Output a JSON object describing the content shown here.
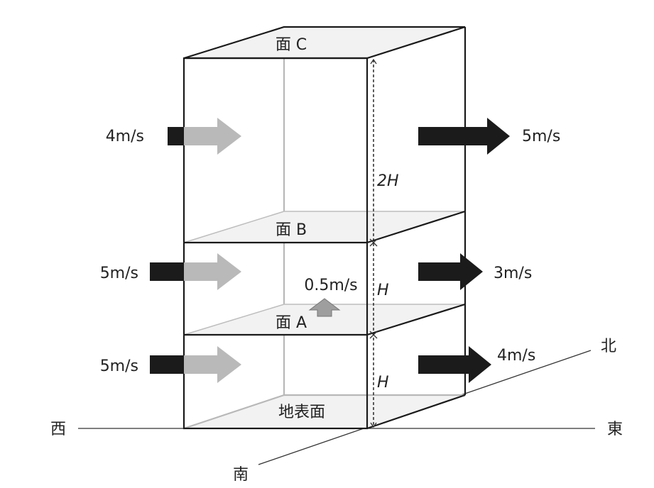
{
  "faces": {
    "c": "面 C",
    "b": "面 B",
    "a": "面 A",
    "ground": "地表面"
  },
  "directions": {
    "west": "西",
    "east": "東",
    "north": "北",
    "south": "南"
  },
  "heights": {
    "upper": "2H",
    "middle": "H",
    "lower": "H"
  },
  "winds": {
    "upper_in": "4m/s",
    "upper_out": "5m/s",
    "middle_in": "5m/s",
    "middle_out": "3m/s",
    "lower_in": "5m/s",
    "lower_out": "4m/s",
    "vertical_face_a": "0.5m/s"
  }
}
